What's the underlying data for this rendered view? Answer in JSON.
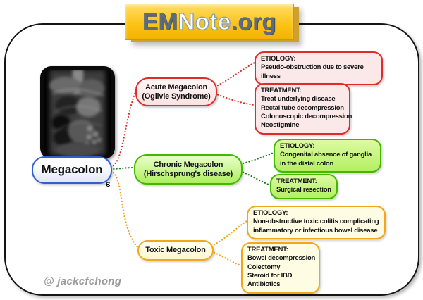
{
  "header": {
    "logo_em": "EM",
    "logo_note": "Note",
    "logo_org": ".org"
  },
  "root": {
    "label": "Megacolon",
    "marker": "-&#1028;"
  },
  "attribution": "@ jackcfchong",
  "images": {
    "xray": "abdominal-xray"
  },
  "branches": [
    {
      "name": "acute",
      "label_line1": "Acute Megacolon",
      "label_line2": "(Ogilvie Syndrome)",
      "etiology": {
        "title": "ETIOLOGY:",
        "text": "Pseudo-obstruction due to severe illness"
      },
      "treatment": {
        "title": "TREATMENT:",
        "lines": [
          "Treat underlying disease",
          "Rectal tube decompression",
          "Colonoscopic decompression",
          "Neostigmine"
        ]
      }
    },
    {
      "name": "chronic",
      "label_line1": "Chronic Megacolon",
      "label_line2": "(Hirschsprung's disease)",
      "etiology": {
        "title": "ETIOLOGY:",
        "text": "Congenital absence of ganglia in the distal colon"
      },
      "treatment": {
        "title": "TREATMENT:",
        "lines": [
          "Surgical resection"
        ]
      }
    },
    {
      "name": "toxic",
      "label_line1": "Toxic Megacolon",
      "etiology": {
        "title": "ETIOLOGY:",
        "text": "Non-obstructive toxic colitis complicating inflammatory or infectious bowel disease"
      },
      "treatment": {
        "title": "TREATMENT:",
        "lines": [
          "Bowel decompression",
          "Colectomy",
          "Steroid for IBD",
          "Antibiotics"
        ]
      }
    }
  ],
  "colors": {
    "red": "#e02b2b",
    "green_border": "#44b800",
    "green_line": "#1e7d1e",
    "orange": "#f0a11e",
    "blue": "#2f5fd0",
    "gold": "#fcc419"
  }
}
